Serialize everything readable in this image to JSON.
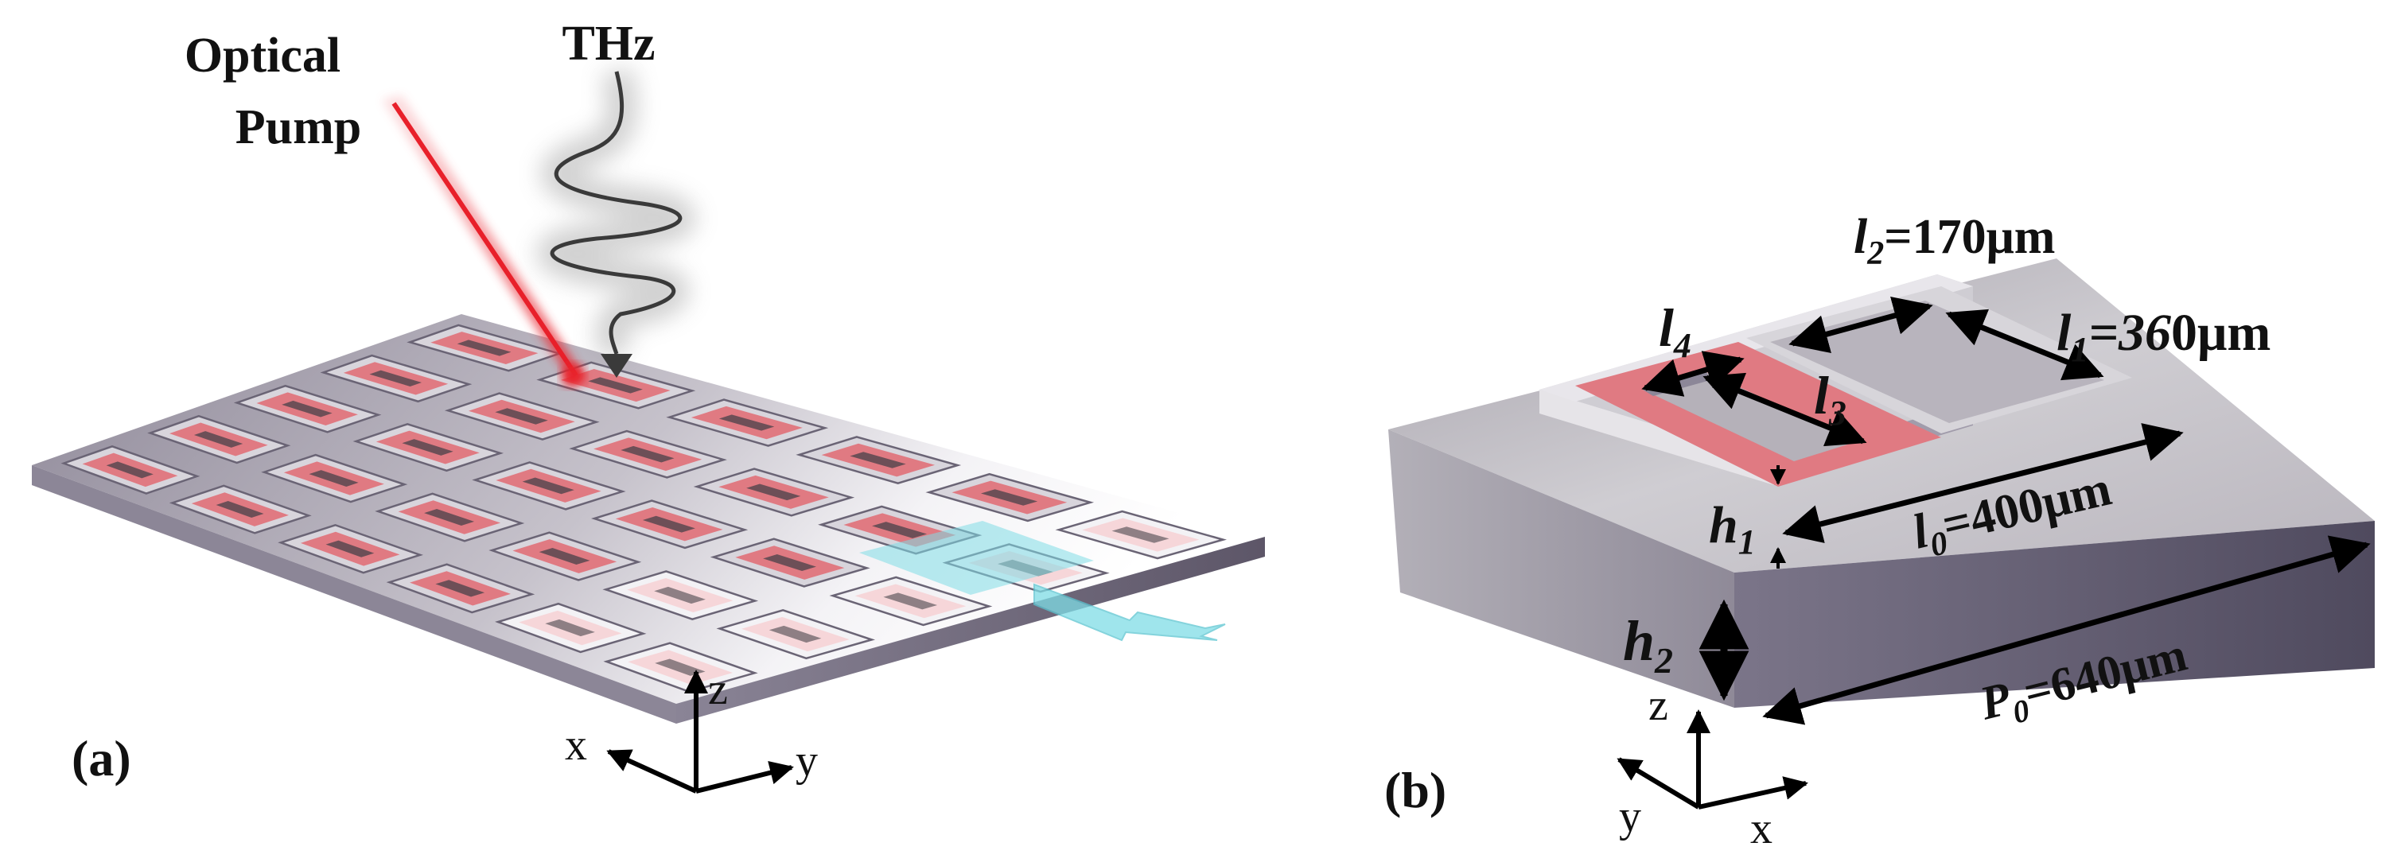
{
  "panel_a": {
    "label": "(a)",
    "optical_pump_line1": "Optical",
    "optical_pump_line2": "Pump",
    "thz": "THz",
    "axes": {
      "z": "z",
      "x": "x",
      "y": "y"
    }
  },
  "panel_b": {
    "label": "(b)",
    "l2": {
      "sym": "l",
      "sub": "2",
      "value": "=170μm"
    },
    "l1": {
      "sym": "l",
      "sub": "1",
      "value1": "=36",
      "value2": "0μm"
    },
    "l4": {
      "sym": "l",
      "sub": "4"
    },
    "l3": {
      "sym": "l",
      "sub": "3"
    },
    "h1": {
      "sym": "h",
      "sub": "1"
    },
    "l0": {
      "sym": "l",
      "sub": "0",
      "value": "=400μm"
    },
    "h2": {
      "sym": "h",
      "sub": "2"
    },
    "p0": {
      "sym": "P",
      "sub": "0",
      "value": "=640μm"
    },
    "axes": {
      "z": "z",
      "y": "y",
      "x": "x"
    }
  },
  "colors": {
    "substrate_top": "#b9b5c0",
    "substrate_side": "#8a8496",
    "resonator_pink": "#e07a82",
    "resonator_frame": "#d9d6de",
    "laser_red": "#e8202a",
    "highlight_cyan": "#7fdde6"
  }
}
